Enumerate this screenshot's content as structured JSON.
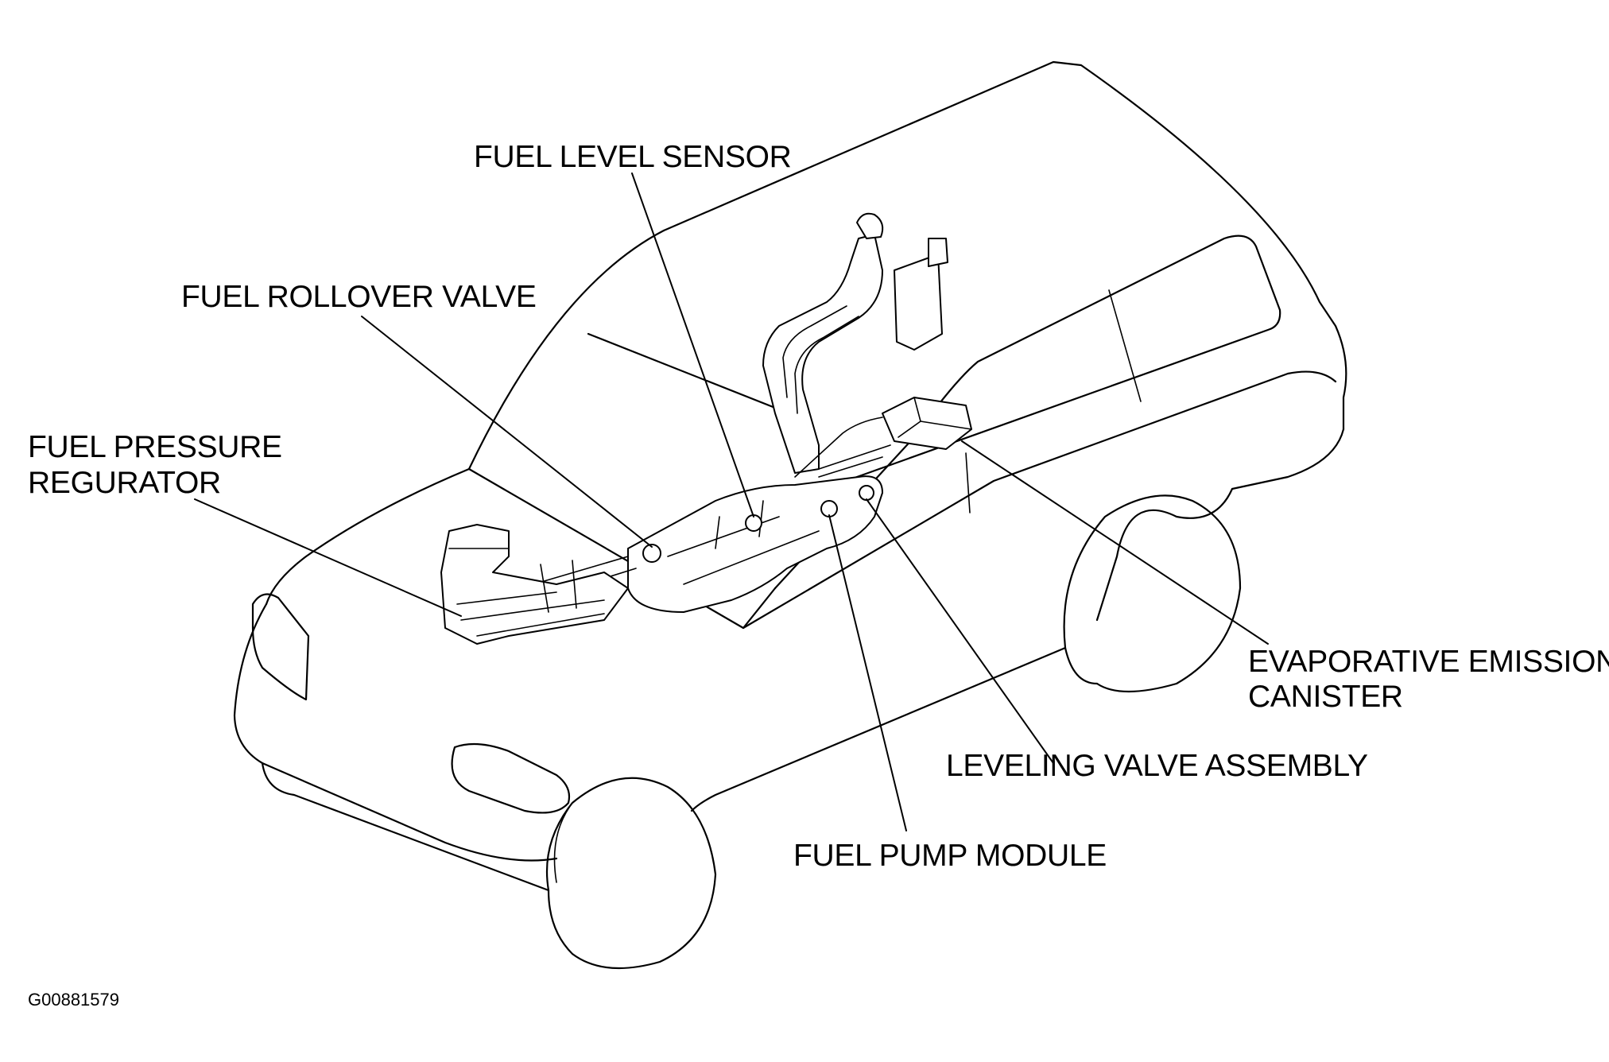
{
  "callouts": {
    "fuel_level_sensor": "FUEL LEVEL SENSOR",
    "fuel_rollover_valve": "FUEL ROLLOVER VALVE",
    "fuel_pressure_regulator_line1": "FUEL PRESSURE",
    "fuel_pressure_regulator_line2": "REGURATOR",
    "evap_canister_line1": "EVAPORATIVE EMISSION",
    "evap_canister_line2": "CANISTER",
    "leveling_valve_assembly": "LEVELING VALVE ASSEMBLY",
    "fuel_pump_module": "FUEL PUMP MODULE"
  },
  "figure_code": "G00881579"
}
